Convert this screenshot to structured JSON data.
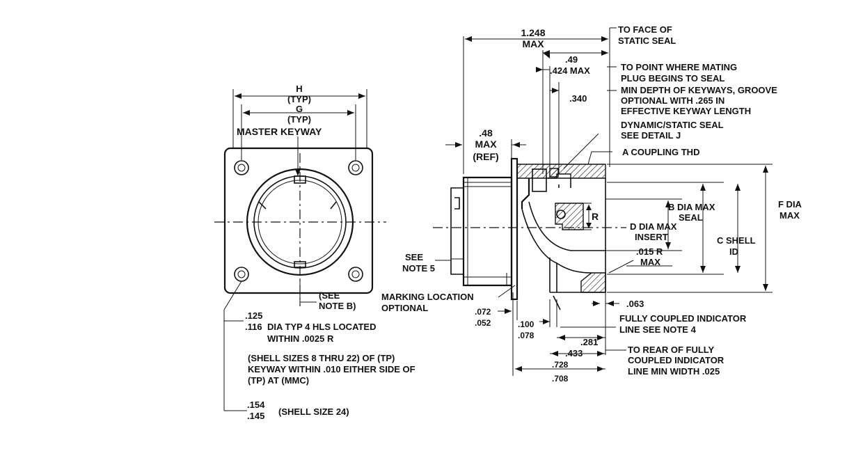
{
  "labels": {
    "h_typ_1": "H",
    "h_typ_2": "(TYP)",
    "g_typ_1": "G",
    "g_typ_2": "(TYP)",
    "master_keyway": "MASTER KEYWAY",
    "see_note_b_1": "(SEE",
    "see_note_b_2": "NOTE B)",
    "hole_upper": ".125",
    "hole_lower": ".116",
    "hole_desc_1": "DIA TYP 4 HLS LOCATED",
    "hole_desc_2": "WITHIN  .0025 R",
    "shell_note_1": "(SHELL SIZES 8 THRU 22) OF (TP)",
    "shell_note_2": "KEYWAY WITHIN .010 EITHER SIDE OF",
    "shell_note_3": "(TP) AT (MMC)",
    "size24_upper": ".154",
    "size24_lower": ".145",
    "size24_desc": "(SHELL SIZE 24)",
    "dim_1248": "1.248",
    "dim_1248_max": "MAX",
    "to_face_1": "TO FACE OF",
    "to_face_2": "STATIC SEAL",
    "dim_49": ".49",
    "dim_424": ".424 MAX",
    "mating_1": "TO POINT WHERE MATING",
    "mating_2": "PLUG BEGINS TO SEAL",
    "dim_340": ".340",
    "keyway_1": "MIN DEPTH OF KEYWAYS, GROOVE",
    "keyway_2": "OPTIONAL WITH .265 IN",
    "keyway_3": "EFFECTIVE KEYWAY LENGTH",
    "seal_1": "DYNAMIC/STATIC SEAL",
    "seal_2": "SEE DETAIL J",
    "dim_48": ".48",
    "dim_48_max": "MAX",
    "dim_48_ref": "(REF)",
    "coupling": "A COUPLING THD",
    "r_label": "R",
    "b_dia_1": "B DIA MAX",
    "b_dia_2": "SEAL",
    "f_dia_1": "F DIA",
    "f_dia_2": "MAX",
    "d_dia_1": "D DIA MAX",
    "d_dia_2": "INSERT",
    "c_shell_1": "C SHELL",
    "c_shell_2": "ID",
    "r015_1": ".015 R",
    "r015_2": "MAX",
    "see_note5_1": "SEE",
    "see_note5_2": "NOTE 5",
    "marking_1": "MARKING LOCATION",
    "marking_2": "OPTIONAL",
    "dim_072": ".072",
    "dim_052": ".052",
    "dim_100": ".100",
    "dim_078": ".078",
    "dim_063": ".063",
    "indicator_1": "FULLY COUPLED INDICATOR",
    "indicator_2": "LINE SEE NOTE 4",
    "dim_281": ".281",
    "dim_433": ".433",
    "rear_1": "TO REAR OF FULLY",
    "rear_2": "COUPLED INDICATOR",
    "rear_3": "LINE MIN WIDTH .025",
    "dim_728": ".728",
    "dim_708": ".708"
  }
}
